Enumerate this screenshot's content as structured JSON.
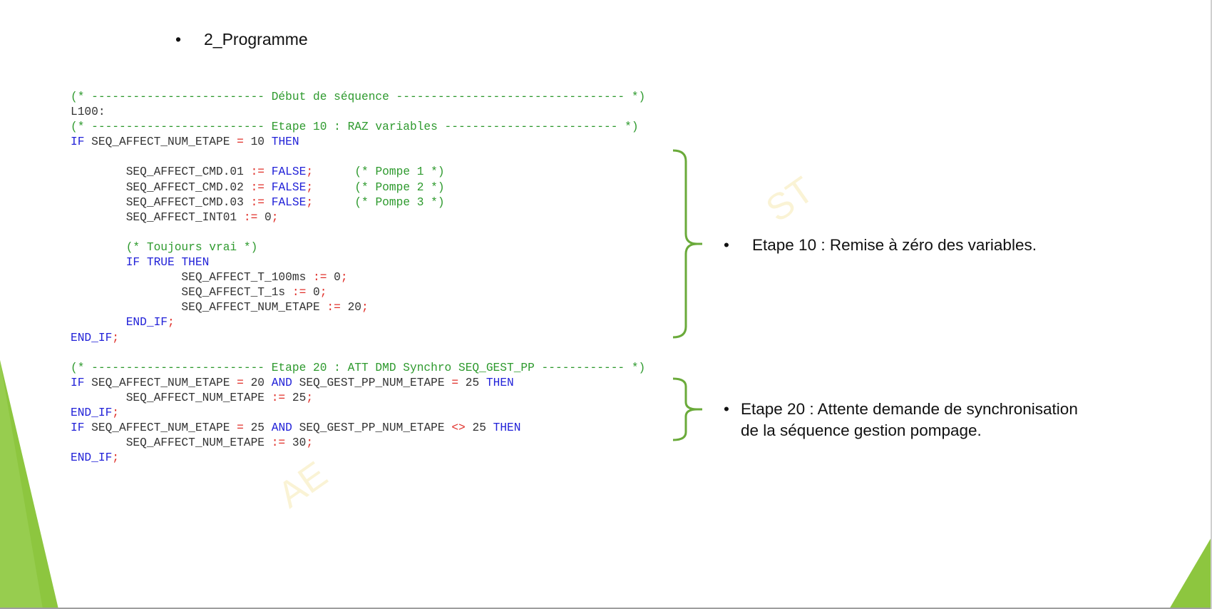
{
  "slide": {
    "title": "2_Programme",
    "bullet": "•",
    "watermark_left": "AE",
    "watermark_right": "ST",
    "colors": {
      "accent": "#8dc63f",
      "brace": "#6aaa3a",
      "comment": "#2e9a2e",
      "keyword": "#2222d8",
      "operator": "#e0302a"
    }
  },
  "code_lines": [
    [
      {
        "t": "c",
        "v": "(* ------------------------- Début de séquence --------------------------------- *)"
      }
    ],
    [
      {
        "t": "n",
        "v": "L100:"
      }
    ],
    [
      {
        "t": "c",
        "v": "(* ------------------------- Etape 10 : RAZ variables ------------------------- *)"
      }
    ],
    [
      {
        "t": "k",
        "v": "IF"
      },
      {
        "t": "n",
        "v": " SEQ_AFFECT_NUM_ETAPE "
      },
      {
        "t": "o",
        "v": "="
      },
      {
        "t": "n",
        "v": " 10 "
      },
      {
        "t": "k",
        "v": "THEN"
      }
    ],
    [
      {
        "t": "n",
        "v": ""
      }
    ],
    [
      {
        "t": "n",
        "v": "        SEQ_AFFECT_CMD.01 "
      },
      {
        "t": "o",
        "v": ":="
      },
      {
        "t": "n",
        "v": " "
      },
      {
        "t": "k",
        "v": "FALSE"
      },
      {
        "t": "o",
        "v": ";"
      },
      {
        "t": "n",
        "v": "      "
      },
      {
        "t": "c",
        "v": "(* Pompe 1 *)"
      }
    ],
    [
      {
        "t": "n",
        "v": "        SEQ_AFFECT_CMD.02 "
      },
      {
        "t": "o",
        "v": ":="
      },
      {
        "t": "n",
        "v": " "
      },
      {
        "t": "k",
        "v": "FALSE"
      },
      {
        "t": "o",
        "v": ";"
      },
      {
        "t": "n",
        "v": "      "
      },
      {
        "t": "c",
        "v": "(* Pompe 2 *)"
      }
    ],
    [
      {
        "t": "n",
        "v": "        SEQ_AFFECT_CMD.03 "
      },
      {
        "t": "o",
        "v": ":="
      },
      {
        "t": "n",
        "v": " "
      },
      {
        "t": "k",
        "v": "FALSE"
      },
      {
        "t": "o",
        "v": ";"
      },
      {
        "t": "n",
        "v": "      "
      },
      {
        "t": "c",
        "v": "(* Pompe 3 *)"
      }
    ],
    [
      {
        "t": "n",
        "v": "        SEQ_AFFECT_INT01 "
      },
      {
        "t": "o",
        "v": ":="
      },
      {
        "t": "n",
        "v": " 0"
      },
      {
        "t": "o",
        "v": ";"
      }
    ],
    [
      {
        "t": "n",
        "v": ""
      }
    ],
    [
      {
        "t": "n",
        "v": "        "
      },
      {
        "t": "c",
        "v": "(* Toujours vrai *)"
      }
    ],
    [
      {
        "t": "n",
        "v": "        "
      },
      {
        "t": "k",
        "v": "IF"
      },
      {
        "t": "n",
        "v": " "
      },
      {
        "t": "k",
        "v": "TRUE"
      },
      {
        "t": "n",
        "v": " "
      },
      {
        "t": "k",
        "v": "THEN"
      }
    ],
    [
      {
        "t": "n",
        "v": "                SEQ_AFFECT_T_100ms "
      },
      {
        "t": "o",
        "v": ":="
      },
      {
        "t": "n",
        "v": " 0"
      },
      {
        "t": "o",
        "v": ";"
      }
    ],
    [
      {
        "t": "n",
        "v": "                SEQ_AFFECT_T_1s "
      },
      {
        "t": "o",
        "v": ":="
      },
      {
        "t": "n",
        "v": " 0"
      },
      {
        "t": "o",
        "v": ";"
      }
    ],
    [
      {
        "t": "n",
        "v": "                SEQ_AFFECT_NUM_ETAPE "
      },
      {
        "t": "o",
        "v": ":="
      },
      {
        "t": "n",
        "v": " 20"
      },
      {
        "t": "o",
        "v": ";"
      }
    ],
    [
      {
        "t": "n",
        "v": "        "
      },
      {
        "t": "k",
        "v": "END_IF"
      },
      {
        "t": "o",
        "v": ";"
      }
    ],
    [
      {
        "t": "k",
        "v": "END_IF"
      },
      {
        "t": "o",
        "v": ";"
      }
    ],
    [
      {
        "t": "n",
        "v": ""
      }
    ],
    [
      {
        "t": "c",
        "v": "(* ------------------------- Etape 20 : ATT DMD Synchro SEQ_GEST_PP ------------ *)"
      }
    ],
    [
      {
        "t": "k",
        "v": "IF"
      },
      {
        "t": "n",
        "v": " SEQ_AFFECT_NUM_ETAPE "
      },
      {
        "t": "o",
        "v": "="
      },
      {
        "t": "n",
        "v": " 20 "
      },
      {
        "t": "k",
        "v": "AND"
      },
      {
        "t": "n",
        "v": " SEQ_GEST_PP_NUM_ETAPE "
      },
      {
        "t": "o",
        "v": "="
      },
      {
        "t": "n",
        "v": " 25 "
      },
      {
        "t": "k",
        "v": "THEN"
      }
    ],
    [
      {
        "t": "n",
        "v": "        SEQ_AFFECT_NUM_ETAPE "
      },
      {
        "t": "o",
        "v": ":="
      },
      {
        "t": "n",
        "v": " 25"
      },
      {
        "t": "o",
        "v": ";"
      }
    ],
    [
      {
        "t": "k",
        "v": "END_IF"
      },
      {
        "t": "o",
        "v": ";"
      }
    ],
    [
      {
        "t": "k",
        "v": "IF"
      },
      {
        "t": "n",
        "v": " SEQ_AFFECT_NUM_ETAPE "
      },
      {
        "t": "o",
        "v": "="
      },
      {
        "t": "n",
        "v": " 25 "
      },
      {
        "t": "k",
        "v": "AND"
      },
      {
        "t": "n",
        "v": " SEQ_GEST_PP_NUM_ETAPE "
      },
      {
        "t": "o",
        "v": "<>"
      },
      {
        "t": "n",
        "v": " 25 "
      },
      {
        "t": "k",
        "v": "THEN"
      }
    ],
    [
      {
        "t": "n",
        "v": "        SEQ_AFFECT_NUM_ETAPE "
      },
      {
        "t": "o",
        "v": ":="
      },
      {
        "t": "n",
        "v": " 30"
      },
      {
        "t": "o",
        "v": ";"
      }
    ],
    [
      {
        "t": "k",
        "v": "END_IF"
      },
      {
        "t": "o",
        "v": ";"
      }
    ]
  ],
  "notes": {
    "etape10": "Etape 10 : Remise  à zéro des variables.",
    "etape20_line1": "Etape 20 : Attente demande de synchronisation",
    "etape20_line2": "de la séquence gestion pompage."
  }
}
